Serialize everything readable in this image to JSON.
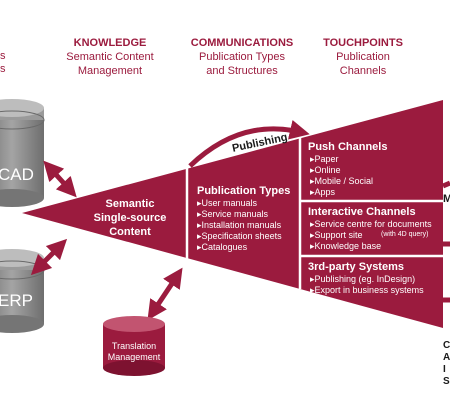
{
  "headers": {
    "knowledge": {
      "title": "KNOWLEDGE",
      "sub1": "Semantic Content",
      "sub2": "Management"
    },
    "communications": {
      "title": "COMMUNICATIONS",
      "sub1": "Publication Types",
      "sub2": "and Structures"
    },
    "touchpoints": {
      "title": "TOUCHPOINTS",
      "sub1": "Publication",
      "sub2": "Channels"
    }
  },
  "left_cut_text": {
    "line1": "s",
    "line2": "s"
  },
  "sources": {
    "cad": "CAD",
    "erp": "ERP"
  },
  "semantic": {
    "line1": "Semantic",
    "line2": "Single-source",
    "line3": "Content"
  },
  "publishing_label": "Publishing",
  "publication_types": {
    "title": "Publication Types",
    "items": [
      "User manuals",
      "Service manuals",
      "Installation manuals",
      "Specification sheets",
      "Catalogues"
    ]
  },
  "push_channels": {
    "title": "Push Channels",
    "items": [
      "Paper",
      "Online",
      "Mobile / Social",
      "Apps"
    ]
  },
  "interactive_channels": {
    "title": "Interactive Channels",
    "items": [
      "Service centre for documents",
      "Support site",
      "Knowledge base"
    ],
    "note": "(with 4D query)"
  },
  "third_party": {
    "title": "3rd-party Systems",
    "items": [
      "Publishing (eg. InDesign)",
      "Export in business systems"
    ]
  },
  "translation": {
    "line1": "Translation",
    "line2": "Management"
  },
  "right_cut_text": {
    "l1": "M",
    "l2": "C",
    "l3": "A",
    "l4": "I",
    "l5": "S"
  },
  "colors": {
    "brand": "#9b1b3e",
    "grey": "#8a8a8a"
  }
}
